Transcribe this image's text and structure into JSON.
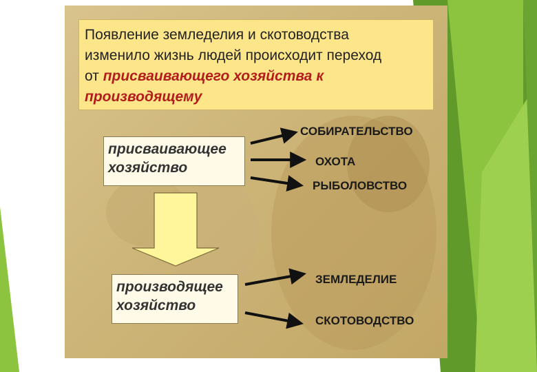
{
  "header": {
    "line1": "Появление земледелия и скотоводства",
    "line2": "изменило жизнь людей происходит переход",
    "line3_prefix": "от",
    "line3_emphasis": "присваивающего хозяйства к",
    "line4_emphasis": "производящему"
  },
  "appropriating_economy": {
    "line1": "присваивающее",
    "line2": "хозяйство"
  },
  "producing_economy": {
    "line1": "производящее",
    "line2": "хозяйство"
  },
  "appropriating_activities": [
    "СОБИРАТЕЛЬСТВО",
    "ОХОТА",
    "РЫБОЛОВСТВО"
  ],
  "producing_activities": [
    "ЗЕМЛЕДЕЛИЕ",
    "СКОТОВОДСТВО"
  ],
  "colors": {
    "header_background": "#fde58a",
    "emphasis_text": "#b41d1d",
    "transition_arrow": "#fff59a",
    "slide_background": "#cdb579",
    "decor_green": "#7cb83a"
  }
}
